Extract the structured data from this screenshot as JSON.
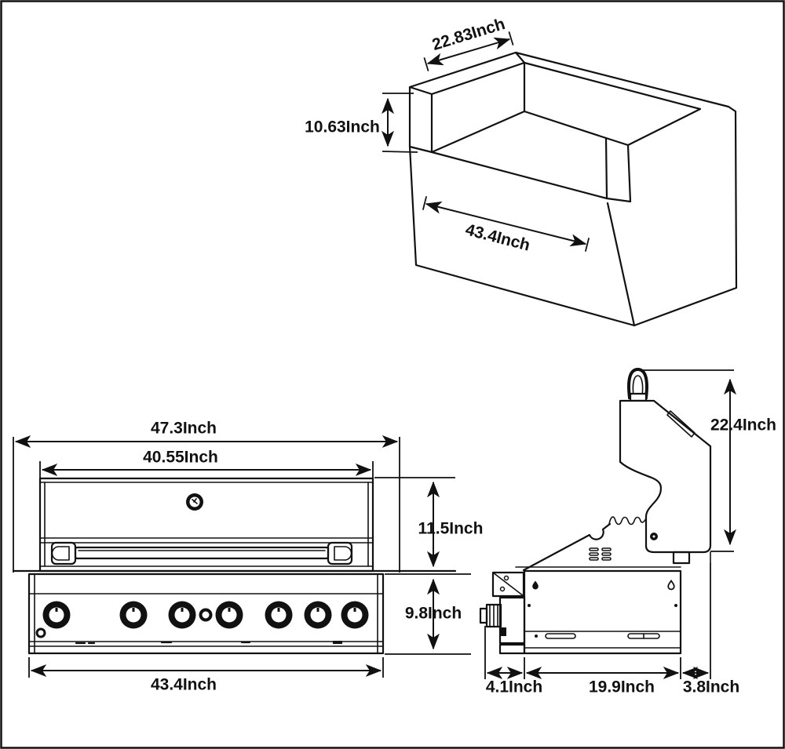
{
  "colors": {
    "ink": "#111111",
    "background": "#ffffff"
  },
  "views": {
    "island_cutout": {
      "dims": {
        "back_width": "22.83Inch",
        "wall_height": "10.63Inch",
        "opening_width": "43.4Inch"
      }
    },
    "front": {
      "dims": {
        "overall_width": "47.3Inch",
        "hood_width": "40.55Inch",
        "hood_height": "11.5Inch",
        "panel_height": "9.8Inch",
        "body_width": "43.4Inch"
      }
    },
    "side": {
      "dims": {
        "overall_height": "22.4Inch",
        "front_overhang": "4.1Inch",
        "body_depth": "19.9Inch",
        "rear_overhang": "3.8Inch"
      }
    }
  }
}
